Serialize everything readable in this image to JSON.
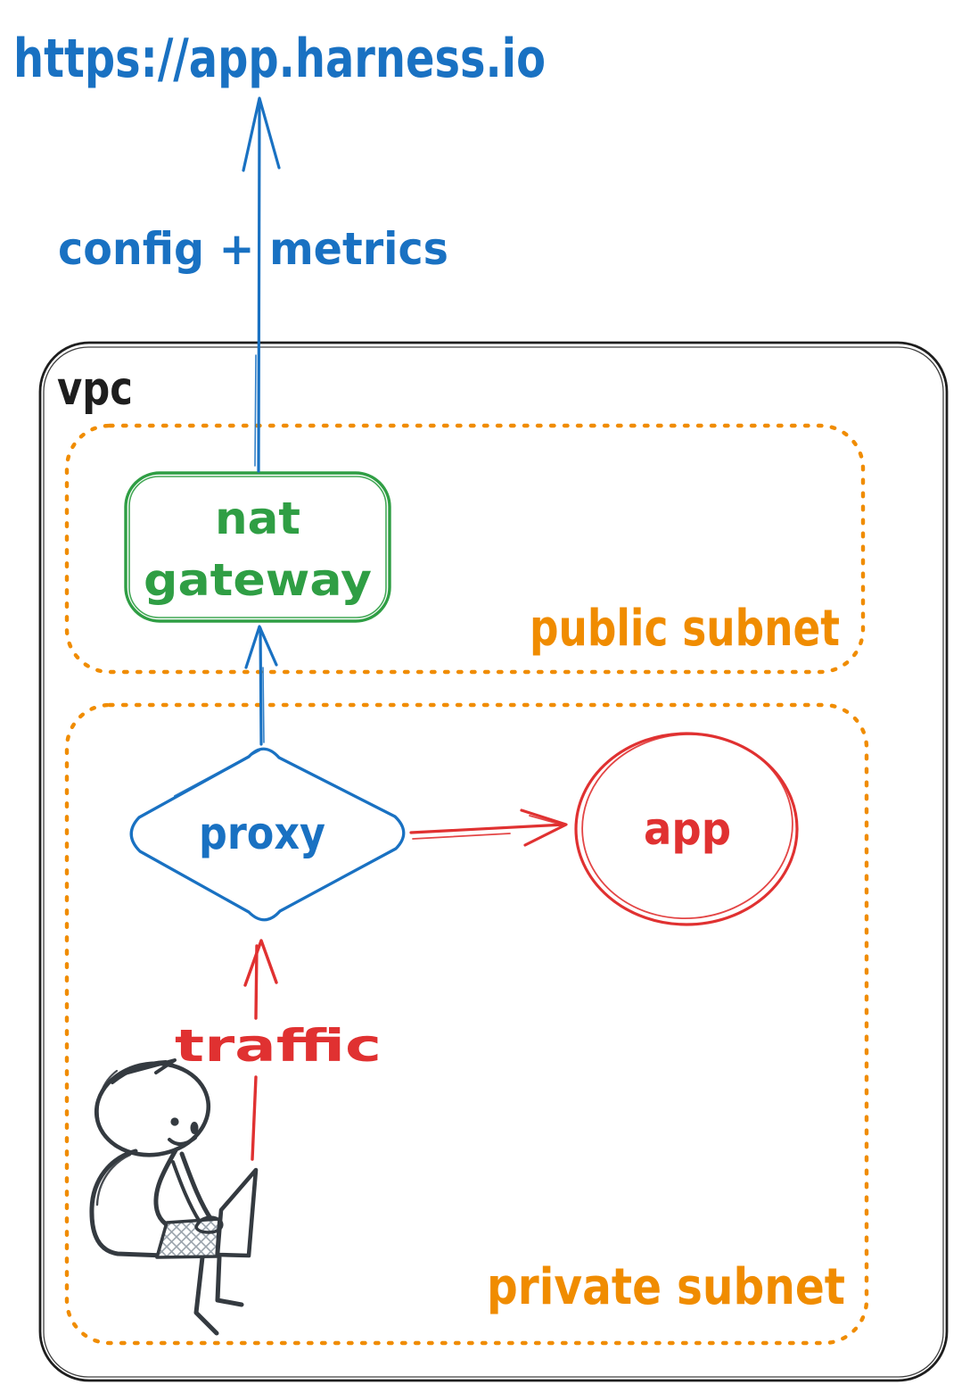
{
  "colors": {
    "blue": "#1971c2",
    "green": "#2f9e44",
    "red": "#e03131",
    "orange": "#f08c00",
    "ink": "#1e1e1e",
    "sketch": "#343a40",
    "hatch": "#9aa3ac"
  },
  "diagram": {
    "title": "https://app.harness.io",
    "arrow_label": "config + metrics",
    "vpc": {
      "label": "vpc"
    },
    "public_subnet": {
      "label": "public subnet"
    },
    "private_subnet": {
      "label": "private subnet"
    },
    "nodes": {
      "nat_gateway": {
        "line1": "nat",
        "line2": "gateway"
      },
      "proxy": {
        "label": "proxy"
      },
      "app": {
        "label": "app"
      }
    },
    "edges": {
      "traffic": {
        "label": "traffic"
      }
    }
  }
}
